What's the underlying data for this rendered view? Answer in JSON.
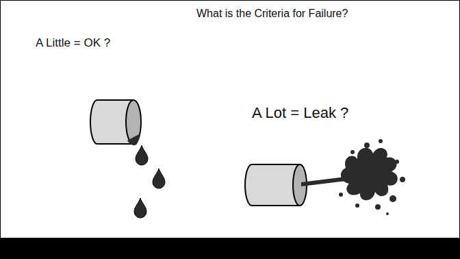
{
  "diagram": {
    "title": "What is the Criteria for Failure?",
    "labels": [
      "A Little = OK ?",
      "A Lot = Leak ?"
    ]
  }
}
